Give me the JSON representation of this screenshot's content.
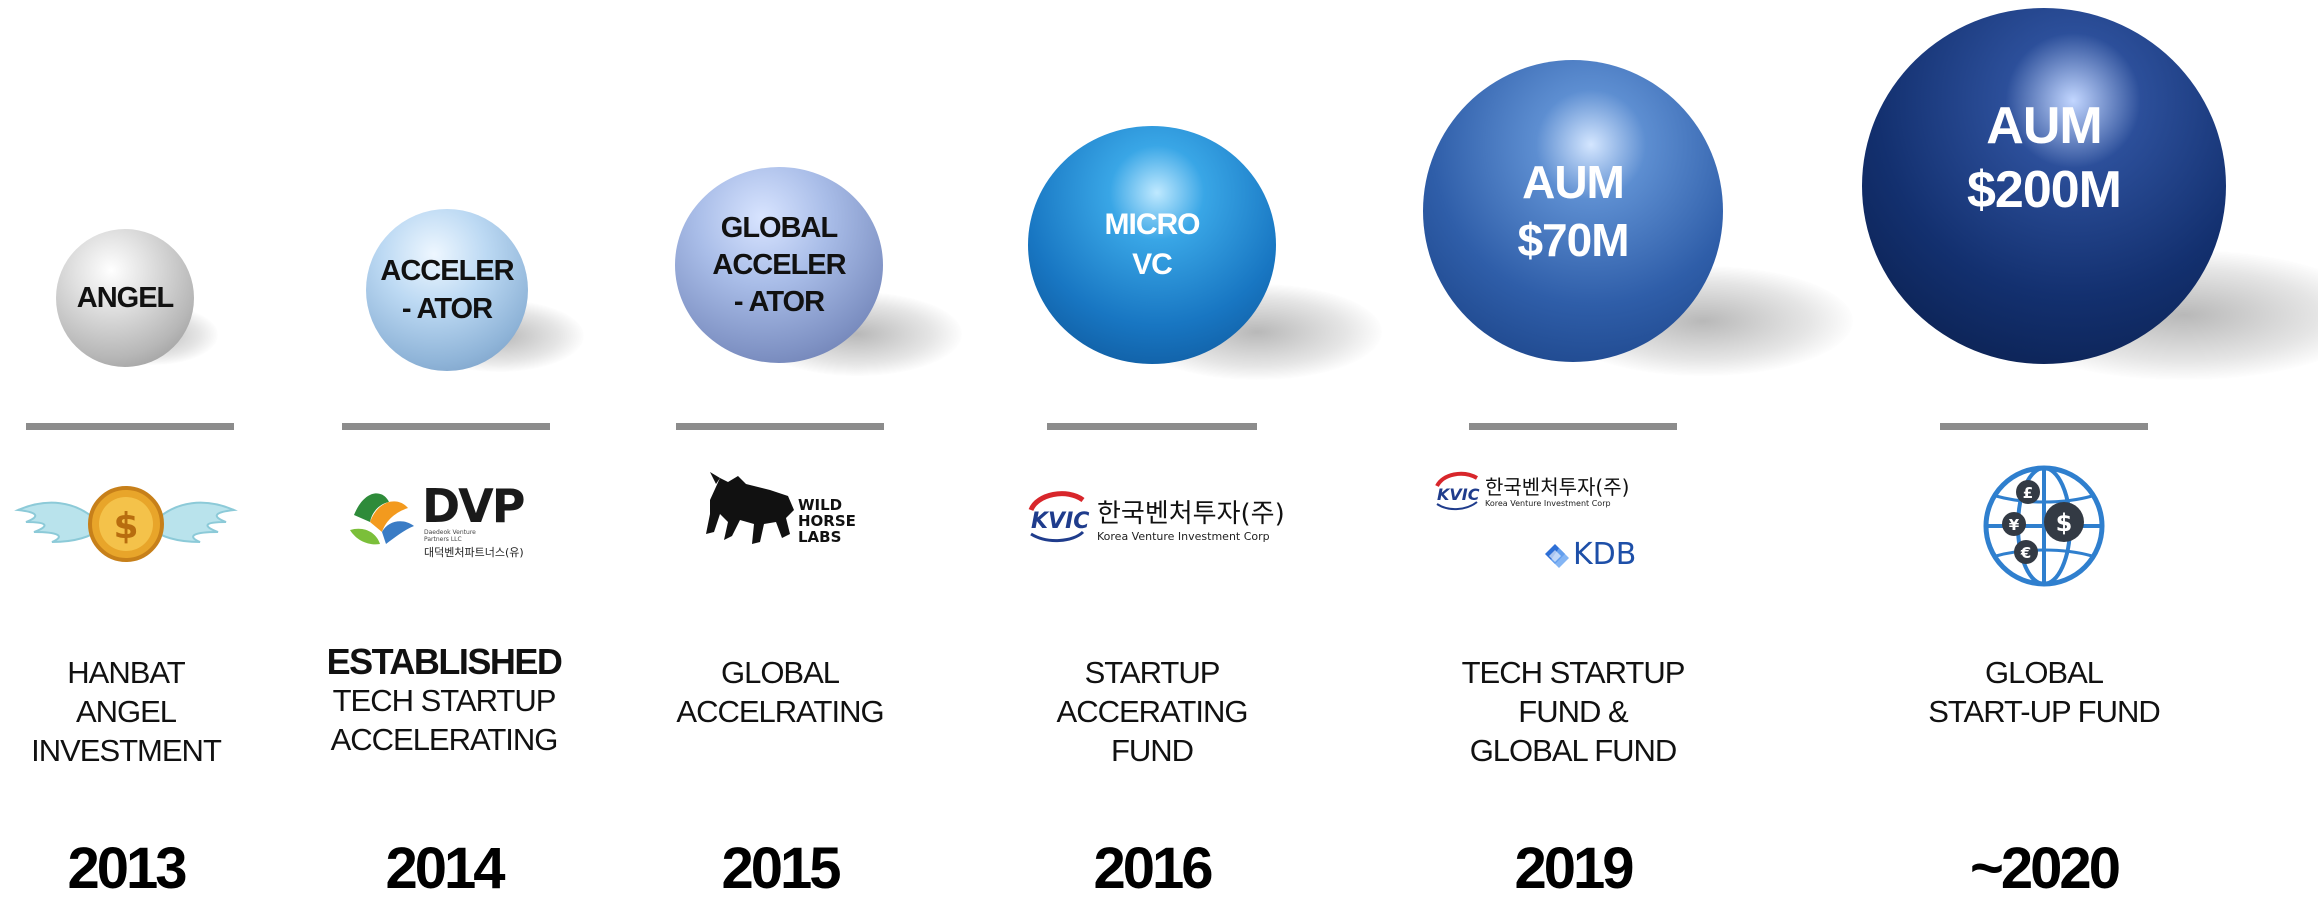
{
  "stages": [
    {
      "sphere_label": "ANGEL",
      "logo": {
        "name": "winged-coin-logo",
        "text": ""
      },
      "description_bold": "",
      "description_lines": [
        "HANBAT",
        "ANGEL",
        "INVESTMENT"
      ],
      "year": "2013"
    },
    {
      "sphere_label": "ACCELER\n- ATOR",
      "logo": {
        "name": "dvp-logo",
        "text": "DVP",
        "subtext": "Daedeok Venture Partners LLC",
        "korean": "대덕벤처파트너스(유)"
      },
      "description_bold": "ESTABLISHED",
      "description_lines": [
        "TECH STARTUP",
        "ACCELERATING"
      ],
      "year": "2014"
    },
    {
      "sphere_label": "GLOBAL\nACCELER\n- ATOR",
      "logo": {
        "name": "wild-horse-labs-logo",
        "lines": [
          "WILD",
          "HORSE",
          "LABS"
        ]
      },
      "description_bold": "",
      "description_lines": [
        "GLOBAL",
        "ACCELRATING"
      ],
      "year": "2015"
    },
    {
      "sphere_label": "MICRO\nVC",
      "logo": {
        "name": "kvic-logo",
        "mark": "KVIC",
        "korean": "한국벤처투자(주)",
        "english": "Korea Venture Investment Corp"
      },
      "description_bold": "",
      "description_lines": [
        "STARTUP",
        "ACCERATING",
        "FUND"
      ],
      "year": "2016"
    },
    {
      "sphere_label": "AUM\n$70M",
      "logo": {
        "name": "kvic-kdb-logo",
        "mark": "KVIC",
        "korean": "한국벤처투자(주)",
        "english": "Korea Venture Investment Corp",
        "second": "KDB"
      },
      "description_bold": "",
      "description_lines": [
        "TECH STARTUP",
        "FUND &",
        "GLOBAL FUND"
      ],
      "year": "2019"
    },
    {
      "sphere_label": "AUM\n$200M",
      "logo": {
        "name": "global-currency-logo",
        "symbols": [
          "£",
          "¥",
          "$",
          "€"
        ]
      },
      "description_bold": "",
      "description_lines": [
        "GLOBAL",
        "START-UP FUND"
      ],
      "year": "~2020"
    }
  ]
}
